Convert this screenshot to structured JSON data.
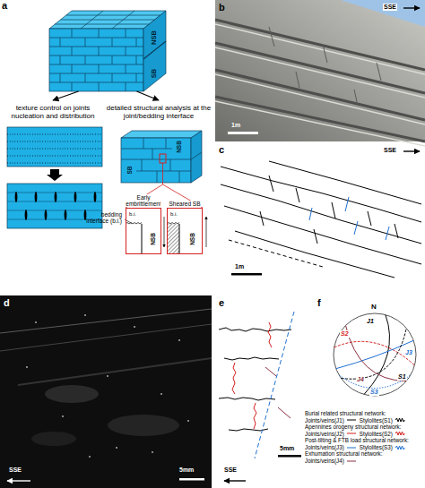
{
  "diagram": {
    "nodes": [
      {
        "text": [
          "NSB",
          "SB"
        ]
      },
      {
        "text": [
          "texture control on joints nucleation and distribution"
        ]
      },
      {
        "text": [
          "detailed structural analysis at the joint/bedding interface",
          "NSB",
          "SB"
        ]
      },
      {
        "text": [
          "Early embrittlement",
          "b.i.",
          "NSB"
        ]
      },
      {
        "text": [
          "Sheared SB",
          "b.i.",
          "NSB"
        ]
      }
    ],
    "edges": [
      {
        "from": 0,
        "to": 1,
        "arrow": "to"
      },
      {
        "from": 0,
        "to": 2,
        "arrow": "to"
      },
      {
        "from": 2,
        "to": 3,
        "arrow": "none"
      },
      {
        "from": 2,
        "to": 4,
        "arrow": "none"
      }
    ],
    "labels": [
      "a",
      "b",
      "SSE",
      "1m",
      "c",
      "SSE",
      "1m",
      "d",
      "SSE",
      "5mm",
      "e",
      "SSE",
      "5mm",
      "f",
      "N",
      "J1",
      "S2",
      "J3",
      "J4",
      "S1",
      "S3",
      "bedding interface (b.i.)"
    ],
    "legend": [
      {
        "text": "Burial related structural network:"
      },
      {
        "text": "Joints/veins(J1)"
      },
      {
        "text": "Stylolites(S1)"
      },
      {
        "text": "Apennines orogeny structural network:"
      },
      {
        "text": "Joints/veins(J2)"
      },
      {
        "text": "Stylolites(S2)"
      },
      {
        "text": "Post-tilting & FTB load structural network:"
      },
      {
        "text": "Joints/veins(J3)"
      },
      {
        "text": "Stylolites(S3)"
      },
      {
        "text": "Exhumation structural network:"
      },
      {
        "text": "Joints/veins(J4)"
      }
    ]
  }
}
